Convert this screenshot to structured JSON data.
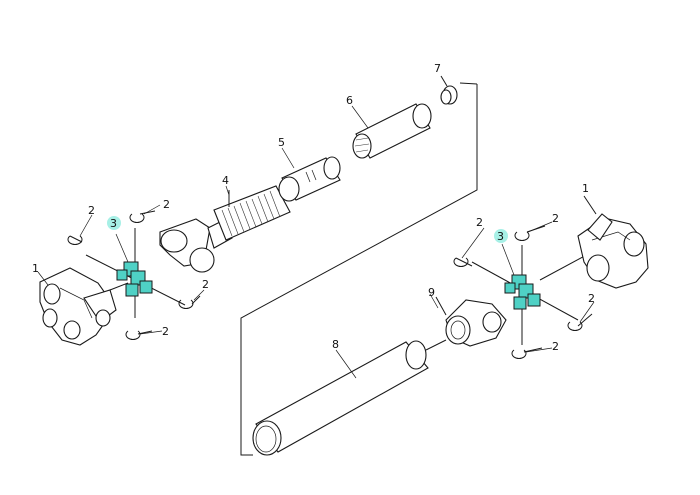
{
  "diagram": {
    "labels": {
      "item1_left": "1",
      "item1_right": "1",
      "item2_a": "2",
      "item2_b": "2",
      "item2_c": "2",
      "item2_d": "2",
      "item2_e": "2",
      "item2_f": "2",
      "item2_g": "2",
      "item2_h": "2",
      "item3_left": "3",
      "item3_right": "3",
      "item4": "4",
      "item5": "5",
      "item6": "6",
      "item7": "7",
      "item8": "8",
      "item9": "9"
    },
    "highlight_color": "#4fd1c5",
    "line_color": "#1a1a1a"
  }
}
